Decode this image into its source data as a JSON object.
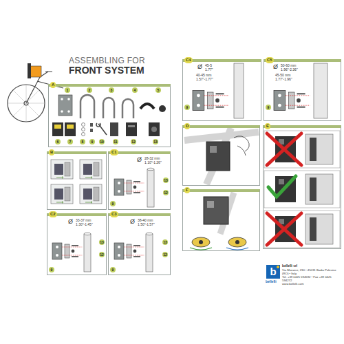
{
  "diagram": {
    "title": "ASSEMBLING FOR",
    "nodes": [
      {
        "text": [
          "A"
        ]
      },
      {
        "text": [
          "B"
        ]
      },
      {
        "text": [
          "C1"
        ]
      },
      {
        "text": [
          "C2"
        ]
      },
      {
        "text": [
          "C3"
        ]
      },
      {
        "text": [
          "C4"
        ]
      },
      {
        "text": [
          "C5"
        ]
      },
      {
        "text": [
          "D"
        ]
      },
      {
        "text": [
          "E"
        ]
      },
      {
        "text": [
          "F"
        ]
      },
      {
        "text": [
          "bellelli srl",
          "Via Monzesi, 230 • 45031 Badia Polesine (RO) • Italy",
          "Tel. +39 0425 594592 • Fax +39 0425 594272",
          "www.bellelli.com"
        ]
      }
    ],
    "labels": [
      "FRONT SYSTEM",
      "1",
      "2",
      "3",
      "4",
      "5",
      "6",
      "7",
      "8",
      "9",
      "10",
      "11",
      "12",
      "13",
      "Ø",
      "28-32 mm",
      "1.10\"-1.26\"",
      "13",
      "12",
      "9",
      "Ø",
      "33-37 mm",
      "1.30\"-1.45\"",
      "13",
      "12",
      "9",
      "Ø",
      "38-40 mm",
      "1.50\"-1.57\"",
      "13",
      "12",
      "9",
      "Ø",
      "45-5",
      "1.77\"",
      "40-45 mm",
      "1.57\"-1.77\"",
      "9",
      "Ø",
      "50-60 mm",
      "1.96\"-2.36\"",
      "45-50 mm",
      "1.77\"-1.96\"",
      "9",
      "b",
      "bellelli"
    ]
  }
}
